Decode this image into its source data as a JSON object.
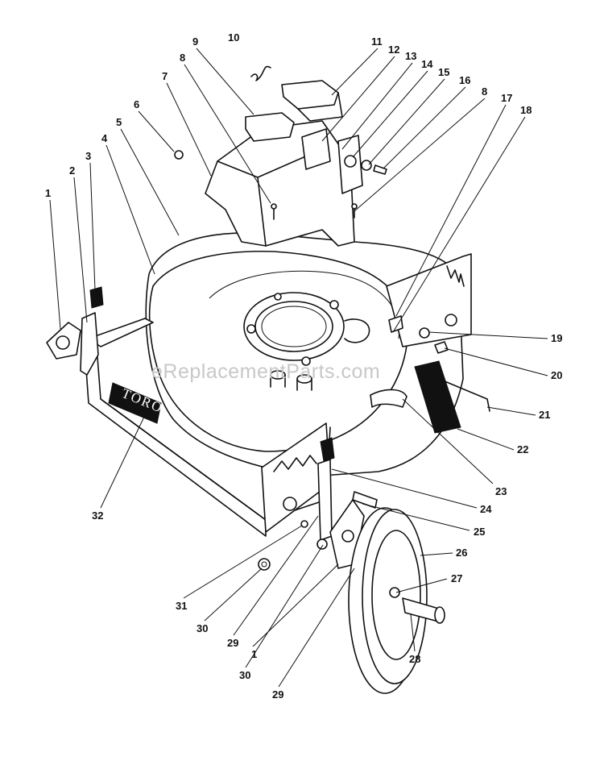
{
  "diagram": {
    "watermark": "eReplacementParts.com",
    "brand_label": "TORO",
    "callouts": [
      {
        "id": "c1a",
        "label": "1"
      },
      {
        "id": "c2",
        "label": "2"
      },
      {
        "id": "c3",
        "label": "3"
      },
      {
        "id": "c4",
        "label": "4"
      },
      {
        "id": "c5",
        "label": "5"
      },
      {
        "id": "c6",
        "label": "6"
      },
      {
        "id": "c7",
        "label": "7"
      },
      {
        "id": "c8a",
        "label": "8"
      },
      {
        "id": "c9",
        "label": "9"
      },
      {
        "id": "c10",
        "label": "10"
      },
      {
        "id": "c11",
        "label": "11"
      },
      {
        "id": "c12",
        "label": "12"
      },
      {
        "id": "c13",
        "label": "13"
      },
      {
        "id": "c14",
        "label": "14"
      },
      {
        "id": "c15",
        "label": "15"
      },
      {
        "id": "c16",
        "label": "16"
      },
      {
        "id": "c8b",
        "label": "8"
      },
      {
        "id": "c17",
        "label": "17"
      },
      {
        "id": "c18",
        "label": "18"
      },
      {
        "id": "c19",
        "label": "19"
      },
      {
        "id": "c20",
        "label": "20"
      },
      {
        "id": "c21",
        "label": "21"
      },
      {
        "id": "c22",
        "label": "22"
      },
      {
        "id": "c23",
        "label": "23"
      },
      {
        "id": "c24",
        "label": "24"
      },
      {
        "id": "c25",
        "label": "25"
      },
      {
        "id": "c26",
        "label": "26"
      },
      {
        "id": "c27",
        "label": "27"
      },
      {
        "id": "c28",
        "label": "28"
      },
      {
        "id": "c29b",
        "label": "29"
      },
      {
        "id": "c1b",
        "label": "1"
      },
      {
        "id": "c30b",
        "label": "30"
      },
      {
        "id": "c29a",
        "label": "29"
      },
      {
        "id": "c30a",
        "label": "30"
      },
      {
        "id": "c31",
        "label": "31"
      },
      {
        "id": "c32",
        "label": "32"
      }
    ]
  }
}
